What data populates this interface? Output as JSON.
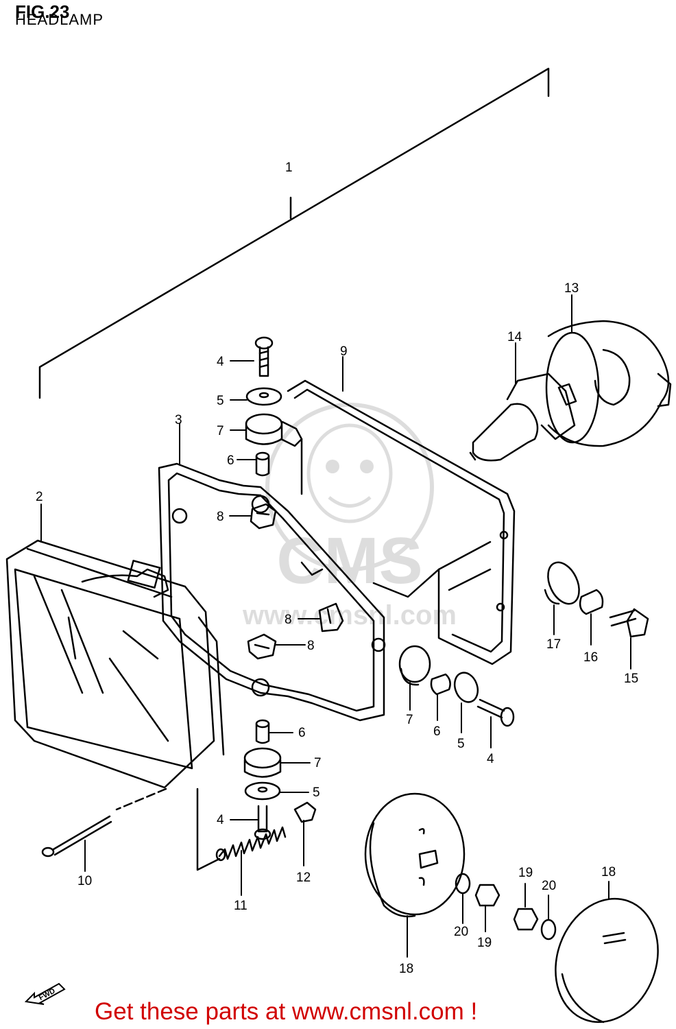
{
  "figure": {
    "number": "FIG.23",
    "title": "HEADLAMP"
  },
  "watermark": {
    "brand": "CMS",
    "url_text": "www.cmsnl.com"
  },
  "fwd_badge": "FWD",
  "footer": {
    "text": "Get these parts at www.cmsnl.com !"
  },
  "callouts": [
    {
      "id": "c1",
      "label": "1"
    },
    {
      "id": "c2",
      "label": "2"
    },
    {
      "id": "c3",
      "label": "3"
    },
    {
      "id": "c4a",
      "label": "4"
    },
    {
      "id": "c5a",
      "label": "5"
    },
    {
      "id": "c7a",
      "label": "7"
    },
    {
      "id": "c6a",
      "label": "6"
    },
    {
      "id": "c8a",
      "label": "8"
    },
    {
      "id": "c8b",
      "label": "8"
    },
    {
      "id": "c8c",
      "label": "8"
    },
    {
      "id": "c9",
      "label": "9"
    },
    {
      "id": "c13",
      "label": "13"
    },
    {
      "id": "c14",
      "label": "14"
    },
    {
      "id": "c17",
      "label": "17"
    },
    {
      "id": "c16",
      "label": "16"
    },
    {
      "id": "c15",
      "label": "15"
    },
    {
      "id": "c7b",
      "label": "7"
    },
    {
      "id": "c6b",
      "label": "6"
    },
    {
      "id": "c5b",
      "label": "5"
    },
    {
      "id": "c4b",
      "label": "4"
    },
    {
      "id": "c6c",
      "label": "6"
    },
    {
      "id": "c7c",
      "label": "7"
    },
    {
      "id": "c5c",
      "label": "5"
    },
    {
      "id": "c4c",
      "label": "4"
    },
    {
      "id": "c12",
      "label": "12"
    },
    {
      "id": "c10",
      "label": "10"
    },
    {
      "id": "c11",
      "label": "11"
    },
    {
      "id": "c18a",
      "label": "18"
    },
    {
      "id": "c20a",
      "label": "20"
    },
    {
      "id": "c19a",
      "label": "19"
    },
    {
      "id": "c19b",
      "label": "19"
    },
    {
      "id": "c20b",
      "label": "20"
    },
    {
      "id": "c18b",
      "label": "18"
    }
  ]
}
